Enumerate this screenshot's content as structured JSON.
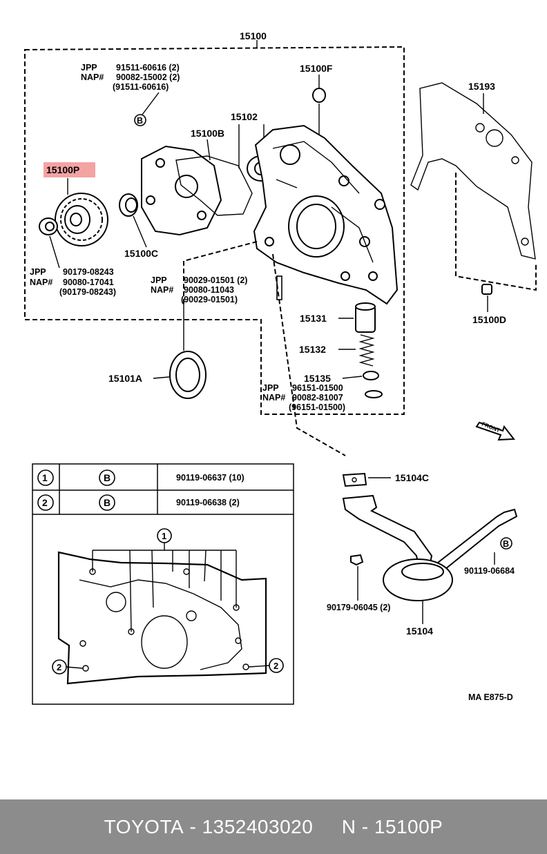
{
  "diagram": {
    "assembly_number": "15100",
    "parts": {
      "p15100P": "15100P",
      "p15100F": "15100F",
      "p15102": "15102",
      "p15100B": "15100B",
      "p15193": "15193",
      "p15100C": "15100C",
      "p15100D": "15100D",
      "p15131": "15131",
      "p15132": "15132",
      "p15135": "15135",
      "p15101A": "15101A",
      "p15104C": "15104C",
      "p15104": "15104",
      "p90119_06684": "90119-06684",
      "p90179_06045": "90179-06045 (2)"
    },
    "refs": {
      "bolt": {
        "jpp": "JPP",
        "nap": "NAP#",
        "jpp_val": "91511-60616 (2)",
        "nap_val": "90082-15002 (2)",
        "alt": "(91511-60616)"
      },
      "nut": {
        "jpp": "JPP",
        "nap": "NAP#",
        "jpp_val": "90179-08243",
        "nap_val": "90080-17041",
        "alt": "(90179-08243)"
      },
      "pin": {
        "jpp": "JPP",
        "nap": "NAP#",
        "jpp_val": "90029-01501 (2)",
        "nap_val": "90080-11043",
        "alt": "(90029-01501)"
      },
      "clip": {
        "jpp": "JPP",
        "nap": "NAP#",
        "jpp_val": "96151-01500",
        "nap_val": "90082-81007",
        "alt": "(96151-01500)"
      }
    },
    "table": {
      "rows": [
        {
          "num": "1",
          "sym": "B",
          "part": "90119-06637 (10)"
        },
        {
          "num": "2",
          "sym": "B",
          "part": "90119-06638 (2)"
        }
      ],
      "inset_callouts": [
        "1",
        "2",
        "2"
      ]
    },
    "front_label": "FRONT",
    "bolt_symbol": "B",
    "diagram_code": "MA E875-D",
    "highlight_color": "#f4a3a3"
  },
  "footer": {
    "brand": "TOYOTA",
    "separator": " - ",
    "oem_number": "1352403020",
    "spacer": "     ",
    "position_prefix": "N - ",
    "position_code": "15100P"
  }
}
